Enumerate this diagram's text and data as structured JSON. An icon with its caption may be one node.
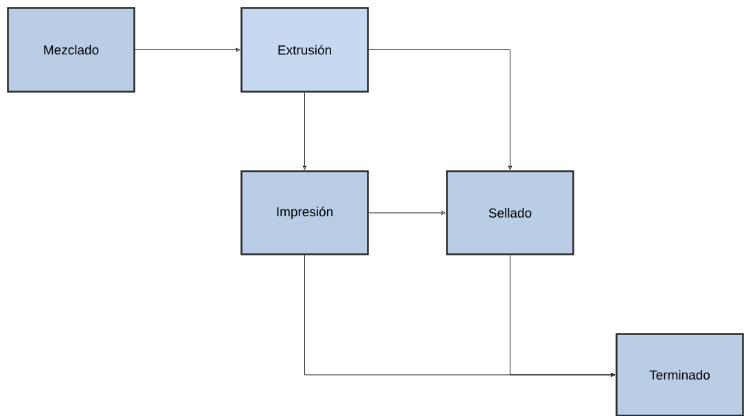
{
  "diagram": {
    "nodes": [
      {
        "text": [
          "Mezclado"
        ]
      },
      {
        "text": [
          "Extrusión"
        ]
      },
      {
        "text": [
          "Impresión"
        ]
      },
      {
        "text": [
          "Sellado"
        ]
      },
      {
        "text": [
          "Terminado"
        ]
      }
    ],
    "edges": [
      {
        "from": 0,
        "to": 1,
        "arrow": "to"
      },
      {
        "from": 1,
        "to": 2,
        "arrow": "to"
      },
      {
        "from": 1,
        "to": 3,
        "arrow": "to"
      },
      {
        "from": 2,
        "to": 3,
        "arrow": "to"
      },
      {
        "from": 2,
        "to": 4,
        "arrow": "to"
      },
      {
        "from": 3,
        "to": 4,
        "arrow": "to"
      }
    ]
  }
}
